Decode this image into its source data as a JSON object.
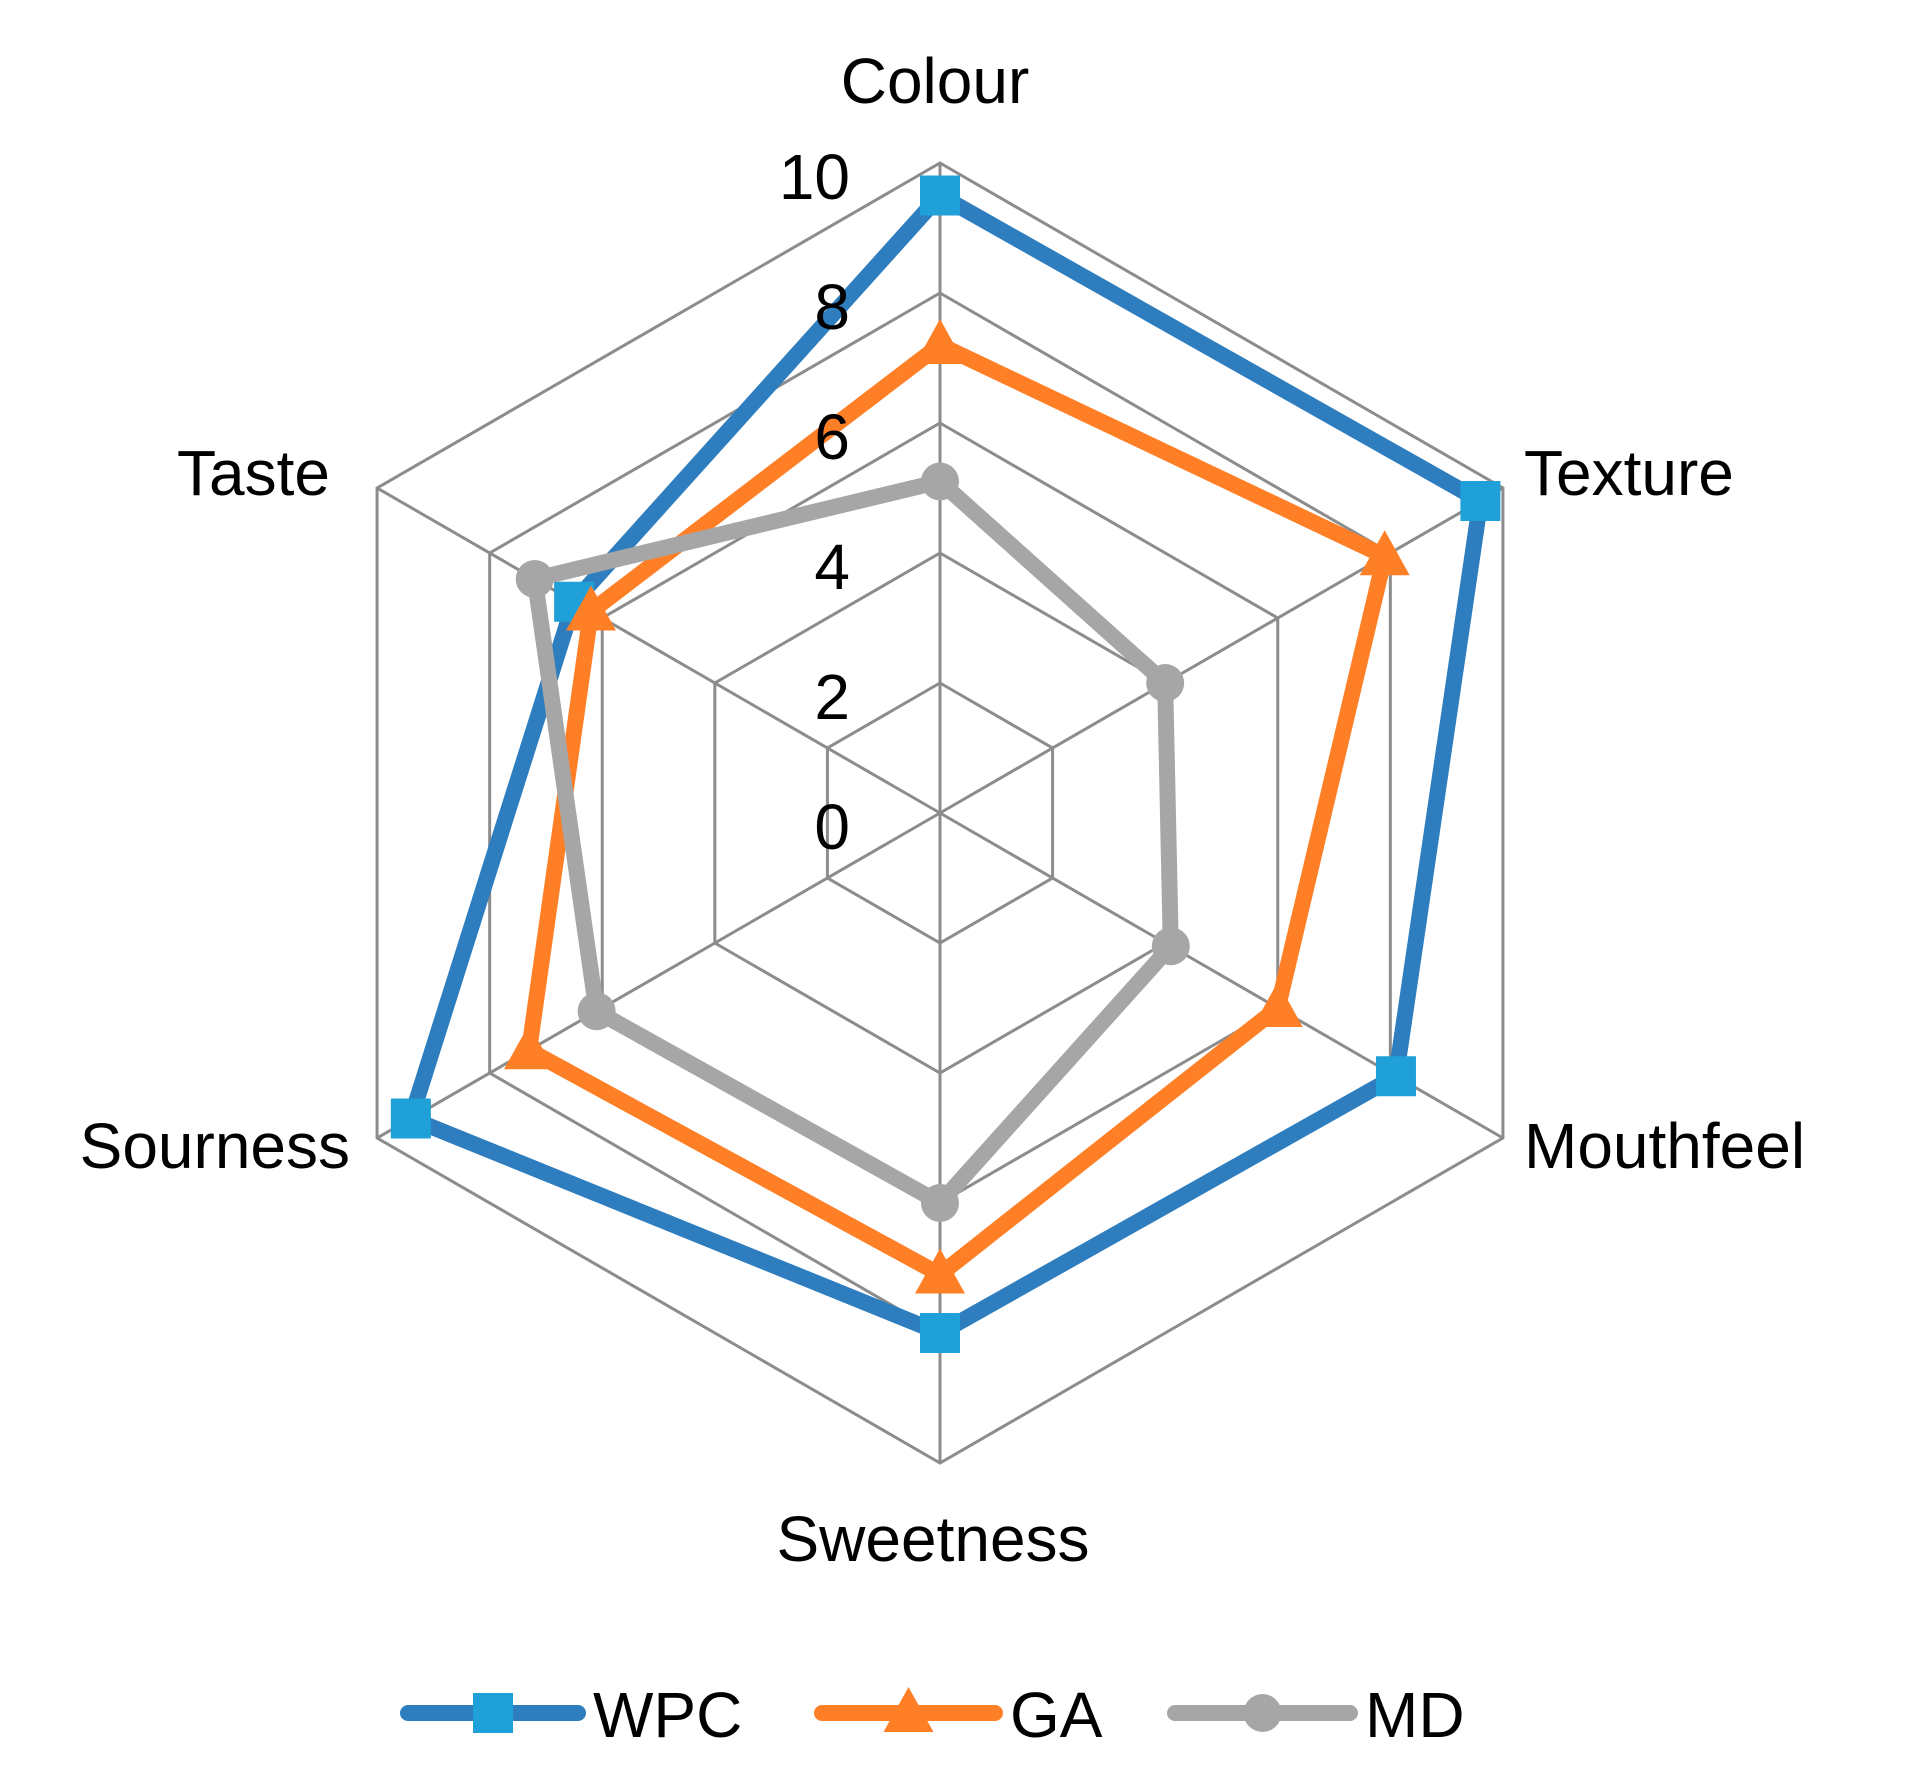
{
  "chart_data": {
    "type": "radar",
    "axes": [
      "Colour",
      "Texture",
      "Mouthfeel",
      "Sweetness",
      "Sourness",
      "Taste"
    ],
    "range": [
      0,
      10
    ],
    "ticks": [
      "0",
      "2",
      "4",
      "6",
      "8",
      "10"
    ],
    "grid": true,
    "legend_position": "bottom",
    "series": [
      {
        "name": "WPC",
        "values": [
          9.5,
          9.6,
          8.1,
          8.0,
          9.4,
          6.5
        ],
        "color": "#2e7ebf",
        "marker": "square",
        "marker_color": "#1fa0d8"
      },
      {
        "name": "GA",
        "values": [
          7.2,
          7.9,
          6.0,
          7.1,
          7.3,
          6.2
        ],
        "color": "#ff7f27",
        "marker": "triangle",
        "marker_color": "#ff7f27"
      },
      {
        "name": "MD",
        "values": [
          5.1,
          4.0,
          4.1,
          6.0,
          6.1,
          7.2
        ],
        "color": "#a6a6a6",
        "marker": "circle",
        "marker_color": "#a6a6a6"
      }
    ]
  }
}
